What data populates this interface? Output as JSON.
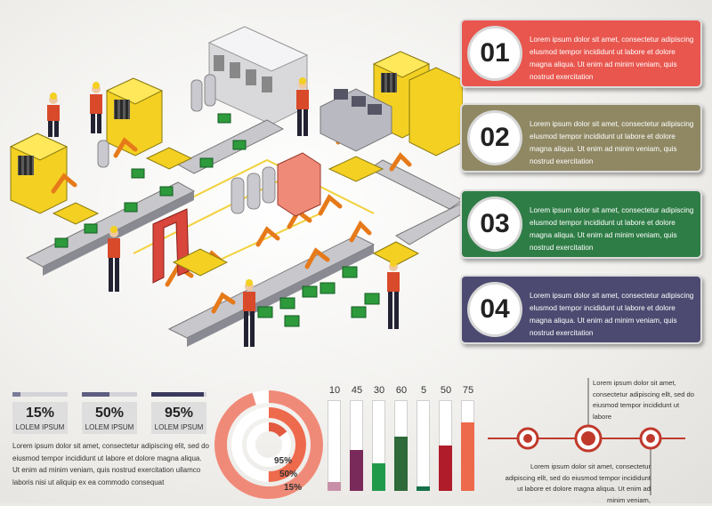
{
  "panels": [
    {
      "number": "01",
      "text": "Lorem ipsum dolor sit amet, consectetur adipiscing elusmod tempor incididunt ut labore et dolore magna aliqua. Ut enim ad minim veniam, quis nostrud exercitation",
      "color": "#e8564e"
    },
    {
      "number": "02",
      "text": "Lorem ipsum dolor sit amet, consectetur adipiscing elusmod tempor incididunt ut labore et dolore magna aliqua. Ut enim ad minim veniam, quis nostrud exercitation",
      "color": "#8f8863"
    },
    {
      "number": "03",
      "text": "Lorem ipsum dolor sit amet, consectetur adipiscing elusmod tempor incididunt ut labore et dolore magna aliqua. Ut enim ad minim veniam, quis nostrud exercitation",
      "color": "#2f7d46"
    },
    {
      "number": "04",
      "text": "Lorem ipsum dolor sit amet, consectetur adipiscing elusmod tempor incididunt ut labore et dolore magna aliqua. Ut enim ad minim veniam, quis nostrud exercitation",
      "color": "#4c4a70"
    }
  ],
  "stats": [
    {
      "pct": "15%",
      "label": "LOLEM IPSUM",
      "fill": 0.15,
      "color": "#7b7b99"
    },
    {
      "pct": "50%",
      "label": "LOLEM IPSUM",
      "fill": 0.5,
      "color": "#5e5e80"
    },
    {
      "pct": "95%",
      "label": "LOLEM IPSUM",
      "fill": 0.95,
      "color": "#3a3a5e"
    }
  ],
  "bottom_left_text": "Lorem ipsum dolor sit amet, consectetur adipiscing elit, sed do eiusmod tempor incididunt ut labore et dolore magna aliqua. Ut enim ad minim veniam, quis nostrud exercitation ullamco laboris nisi ut aliquip ex ea commodo consequat",
  "ring_labels": [
    "95%",
    "50%",
    "15%"
  ],
  "ring_values": [
    95,
    50,
    15
  ],
  "bars": [
    {
      "label": "10",
      "value": 10,
      "color": "#c890a8"
    },
    {
      "label": "45",
      "value": 45,
      "color": "#7a2a5a"
    },
    {
      "label": "30",
      "value": 30,
      "color": "#1f9a4a"
    },
    {
      "label": "60",
      "value": 60,
      "color": "#2e6a3a"
    },
    {
      "label": "5",
      "value": 5,
      "color": "#16704a"
    },
    {
      "label": "50",
      "value": 50,
      "color": "#b01c2a"
    },
    {
      "label": "75",
      "value": 75,
      "color": "#ee6a4c"
    }
  ],
  "timeline_text_top": "Lorem ipsum dolor sit amet, consectetur adipiscing ellt, sed do eiusmod tempor incididunt ut labore",
  "timeline_text_bottom": "Lorem ipsum dolor sit amet, consectetur adipiscing ellt, sed do eiusmod tempor incididunt ut labore et dolore magna aliqua. Ut enim ad minim veniam,"
}
